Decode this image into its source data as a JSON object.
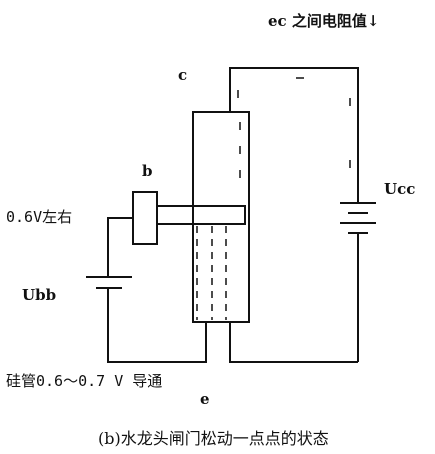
{
  "labels": {
    "top_note": "ec 之间电阻值↓",
    "c": "c",
    "b": "b",
    "e": "e",
    "ucc": "Ucc",
    "ubb": "Ubb",
    "v06": "0.6V左右",
    "conduct": "硅管0.6～0.7 V 导通",
    "caption": "(b)水龙头闸门松动一点点的状态"
  }
}
